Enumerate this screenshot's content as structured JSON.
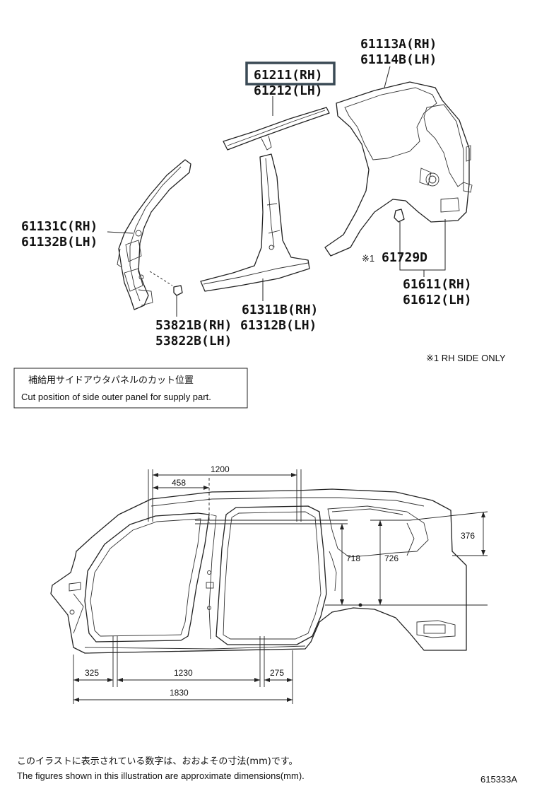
{
  "diagram": {
    "parts": {
      "quarter_panel": {
        "rh": "61113A(RH)",
        "lh": "61114B(LH)"
      },
      "roof_side_rail": {
        "rh": "61211(RH)",
        "lh": "61212(LH)"
      },
      "front_pillar": {
        "rh": "61131C(RH)",
        "lh": "61132B(LH)"
      },
      "bracket": {
        "rh": "53821B(RH)",
        "lh": "53822B(LH)"
      },
      "rocker_panel": {
        "rh": "61311B(RH)",
        "lh": "61312B(LH)"
      },
      "fuel_lid": {
        "mark": "※1",
        "part": "61729D"
      },
      "quarter_outer": {
        "rh": "61611(RH)",
        "lh": "61612(LH)"
      }
    },
    "rh_note": "※1 RH SIDE ONLY",
    "cut_box": {
      "jp": "補給用サイドアウタパネルのカット位置",
      "en": "Cut position of side outer panel for supply part."
    },
    "dimensions": {
      "d1200": "1200",
      "d458": "458",
      "d718": "718",
      "d726": "726",
      "d376": "376",
      "d325": "325",
      "d1230": "1230",
      "d275": "275",
      "d1830": "1830"
    },
    "footer": {
      "jp": "このイラストに表示されている数字は、おおよその寸法(mm)です。",
      "en": "The figures shown in this illustration are approximate dimensions(mm).",
      "code": "615333A"
    },
    "highlight_color": "#3a4a55"
  }
}
